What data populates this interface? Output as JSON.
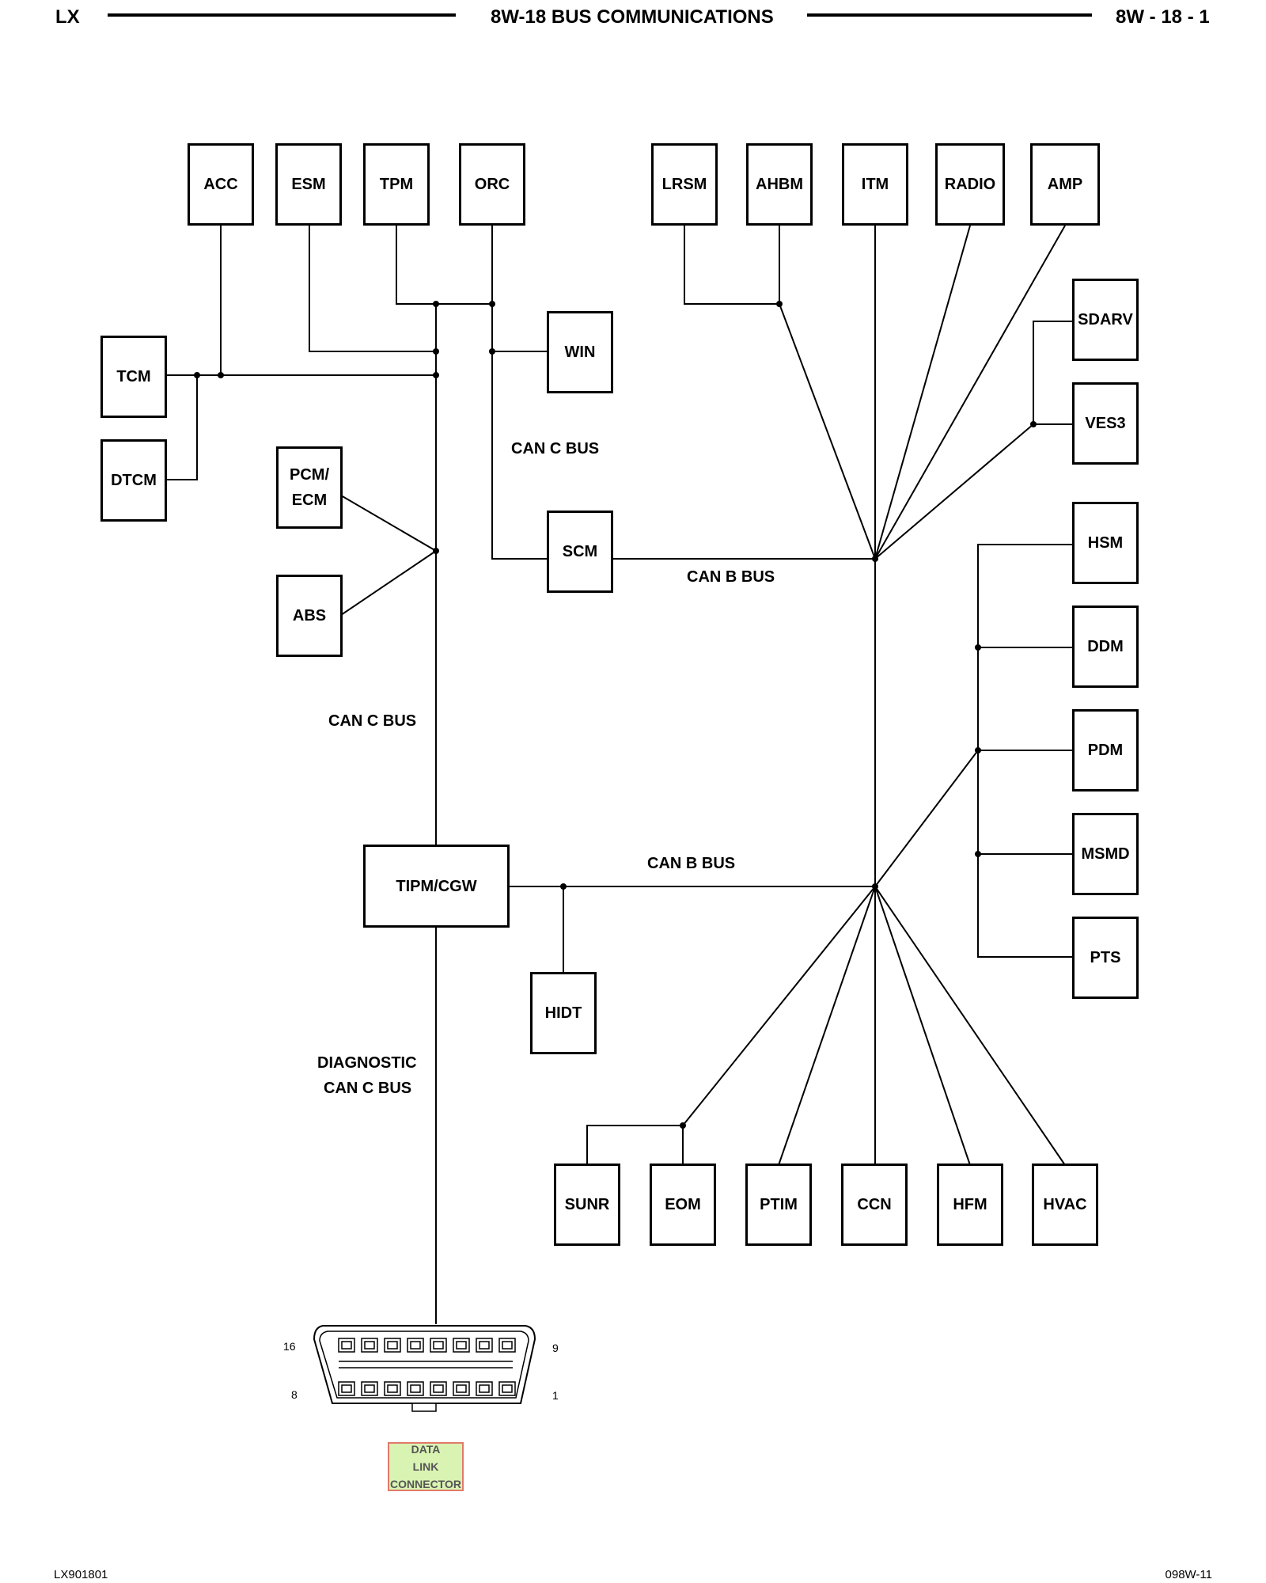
{
  "header": {
    "left": "LX",
    "center": "8W-18 BUS COMMUNICATIONS",
    "right": "8W - 18 - 1"
  },
  "footer": {
    "left": "LX901801",
    "right": "098W-11"
  },
  "modules": {
    "acc": "ACC",
    "esm": "ESM",
    "tpm": "TPM",
    "orc": "ORC",
    "lrsm": "LRSM",
    "ahbm": "AHBM",
    "itm": "ITM",
    "radio": "RADIO",
    "amp": "AMP",
    "tcm": "TCM",
    "dtcm": "DTCM",
    "win": "WIN",
    "sdarv": "SDARV",
    "ves3": "VES3",
    "pcm_line1": "PCM/",
    "pcm_line2": "ECM",
    "abs": "ABS",
    "scm": "SCM",
    "hsm": "HSM",
    "ddm": "DDM",
    "pdm": "PDM",
    "msmd": "MSMD",
    "pts": "PTS",
    "tipm": "TIPM/CGW",
    "hidt": "HIDT",
    "sunr": "SUNR",
    "eom": "EOM",
    "ptim": "PTIM",
    "ccn": "CCN",
    "hfm": "HFM",
    "hvac": "HVAC"
  },
  "bus_labels": {
    "can_c_upper": "CAN C BUS",
    "can_b_upper": "CAN B BUS",
    "can_c_lower": "CAN C BUS",
    "can_b_lower": "CAN B BUS",
    "diag_line1": "DIAGNOSTIC",
    "diag_line2": "CAN C BUS"
  },
  "connector": {
    "pin_16": "16",
    "pin_9": "9",
    "pin_8": "8",
    "pin_1": "1",
    "label_line1": "DATA",
    "label_line2": "LINK",
    "label_line3": "CONNECTOR",
    "label_fill": "#d9f3b3",
    "label_border": "#e07a6a"
  }
}
